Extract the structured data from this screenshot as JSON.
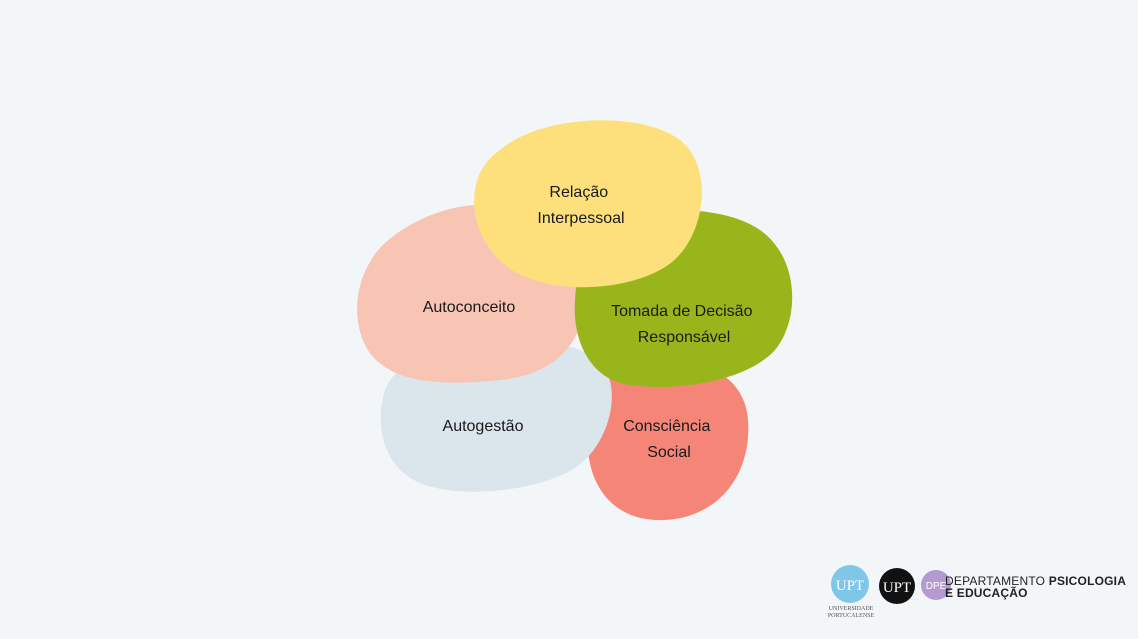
{
  "diagram": {
    "blobs": [
      {
        "id": "autoconceito",
        "lines": [
          "Autoconceito"
        ],
        "color": "#f8c5b5"
      },
      {
        "id": "autogestao",
        "lines": [
          "Autogestão"
        ],
        "color": "#dae5ec"
      },
      {
        "id": "consciencia",
        "lines": [
          "Consciência",
          "Social"
        ],
        "color": "#f58677"
      },
      {
        "id": "tomada",
        "lines": [
          "Tomada de Decisão",
          "Responsável"
        ],
        "color": "#98b61c"
      },
      {
        "id": "relacao",
        "lines": [
          "Relação",
          "Interpessoal"
        ],
        "color": "#fde07c"
      }
    ]
  },
  "footer": {
    "logo1": "UPT",
    "logo1_color": "#7fc6e8",
    "logo2": "UPT",
    "logo2_color": "#111111",
    "logo3": "DPE",
    "logo3_color": "#b59ad1",
    "university_line1": "UNIVERSIDADE",
    "university_line2": "PORTUCALENSE",
    "dept_line1_normal": "DEPARTAMENTO ",
    "dept_line1_bold": "PSICOLOGIA",
    "dept_line2_bold": "E EDUCAÇÃO"
  }
}
